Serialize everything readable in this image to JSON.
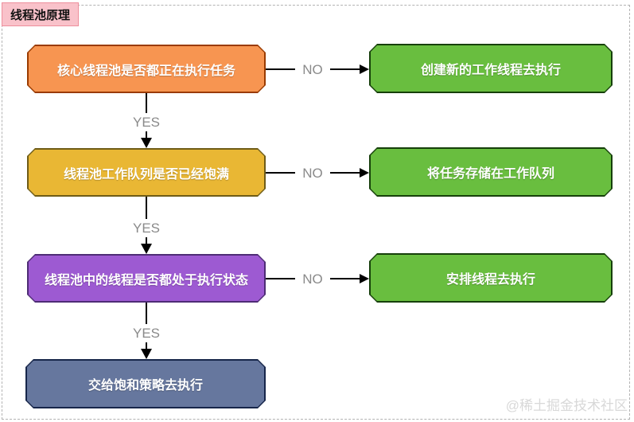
{
  "title": {
    "label": "线程池原理",
    "bg": "#f9c2ca",
    "border_color": "#ee8f9c",
    "text_color": "#111111"
  },
  "connector_labels": {
    "yes": "YES",
    "no": "NO",
    "color": "#8a8a8a",
    "line_color": "#000000"
  },
  "nodes": {
    "q1": {
      "label": "核心线程池是否都正在执行任务",
      "fill": "#f79551",
      "border": "#9a3b00",
      "text_color": "#ffffff"
    },
    "a1": {
      "label": "创建新的工作线程去执行",
      "fill": "#69be3f",
      "border": "#16400a",
      "text_color": "#ffffff"
    },
    "q2": {
      "label": "线程池工作队列是否已经饱满",
      "fill": "#e9b734",
      "border": "#6f5c17",
      "text_color": "#ffffff"
    },
    "a2": {
      "label": "将任务存储在工作队列",
      "fill": "#69be3f",
      "border": "#16400a",
      "text_color": "#ffffff"
    },
    "q3": {
      "label": "线程池中的线程是否都处于执行状态",
      "fill": "#9d5ad2",
      "border": "#4e2c75",
      "text_color": "#ffffff"
    },
    "a3": {
      "label": "安排线程去执行",
      "fill": "#69be3f",
      "border": "#16400a",
      "text_color": "#ffffff"
    },
    "t1": {
      "label": "交给饱和策略去执行",
      "fill": "#66779e",
      "border": "#17264a",
      "text_color": "#ffffff"
    }
  },
  "watermark": {
    "text": "@稀土掘金技术社区",
    "color": "#d8d8d8"
  }
}
